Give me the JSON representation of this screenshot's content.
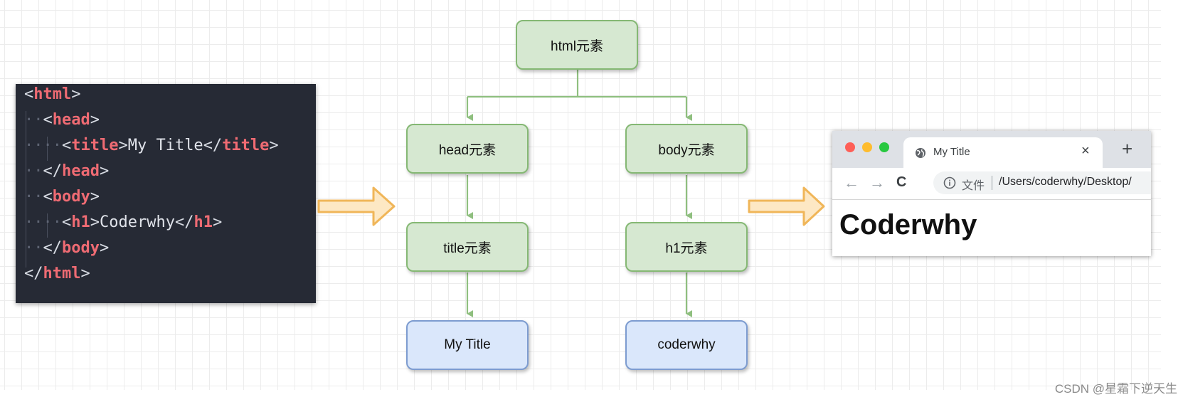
{
  "code": {
    "lines": [
      {
        "open": "<",
        "tag": "html",
        "close": ">",
        "text": "",
        "end_open": "",
        "end_tag": "",
        "end_close": ""
      },
      {
        "open": "<",
        "tag": "head",
        "close": ">",
        "text": "",
        "end_open": "",
        "end_tag": "",
        "end_close": ""
      },
      {
        "open": "<",
        "tag": "title",
        "close": ">",
        "text": "My Title",
        "end_open": "</",
        "end_tag": "title",
        "end_close": ">"
      },
      {
        "open": "</",
        "tag": "head",
        "close": ">",
        "text": "",
        "end_open": "",
        "end_tag": "",
        "end_close": ""
      },
      {
        "open": "<",
        "tag": "body",
        "close": ">",
        "text": "",
        "end_open": "",
        "end_tag": "",
        "end_close": ""
      },
      {
        "open": "<",
        "tag": "h1",
        "close": ">",
        "text": "Coderwhy",
        "end_open": "</",
        "end_tag": "h1",
        "end_close": ">"
      },
      {
        "open": "</",
        "tag": "body",
        "close": ">",
        "text": "",
        "end_open": "",
        "end_tag": "",
        "end_close": ""
      },
      {
        "open": "</",
        "tag": "html",
        "close": ">",
        "text": "",
        "end_open": "",
        "end_tag": "",
        "end_close": ""
      }
    ]
  },
  "tree": {
    "root": "html元素",
    "head": "head元素",
    "body": "body元素",
    "title": "title元素",
    "h1": "h1元素",
    "title_text": "My Title",
    "h1_text": "coderwhy"
  },
  "browser": {
    "tab_title": "My Title",
    "tab_close": "×",
    "new_tab": "+",
    "back": "←",
    "forward": "→",
    "reload": "C",
    "file_label": "文件",
    "url": "/Users/coderwhy/Desktop/",
    "page_heading": "Coderwhy"
  },
  "watermark": "CSDN @星霜下逆天生",
  "colors": {
    "node_green_fill": "#d6e8d1",
    "node_green_border": "#85b874",
    "node_blue_fill": "#dae7fb",
    "node_blue_border": "#7d9cd0",
    "connector": "#8fbf7f",
    "arrow_fill": "#fde8c4",
    "arrow_stroke": "#f0b659",
    "code_bg": "#262a35",
    "code_tag": "#ef6b73"
  }
}
